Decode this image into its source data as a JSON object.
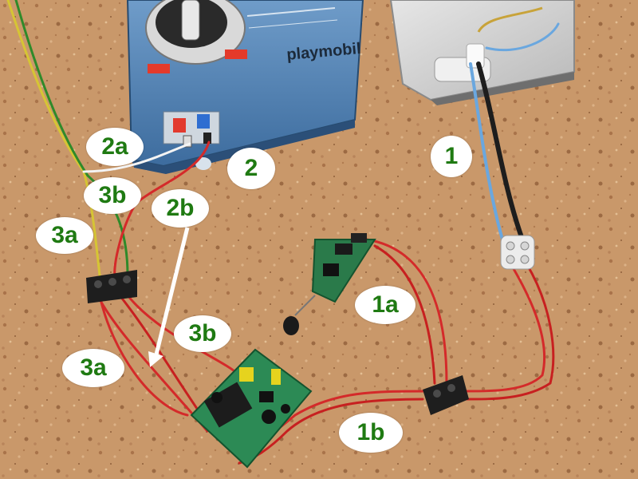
{
  "photo": {
    "floor_color": "#c9986a",
    "label_text_color": "#1f7a12",
    "label_background": "#ffffff",
    "brand": "playmobil",
    "labels": {
      "l1": "1",
      "l1a": "1a",
      "l1b": "1b",
      "l2": "2",
      "l2a": "2a",
      "l2b": "2b",
      "l3a_top": "3a",
      "l3a_bottom": "3a",
      "l3b_top": "3b",
      "l3b_bottom": "3b"
    },
    "icons": [
      "transformer-icon",
      "sensor-module-icon",
      "relay-board-icon",
      "terminal-block-icon",
      "battery-icon"
    ]
  }
}
